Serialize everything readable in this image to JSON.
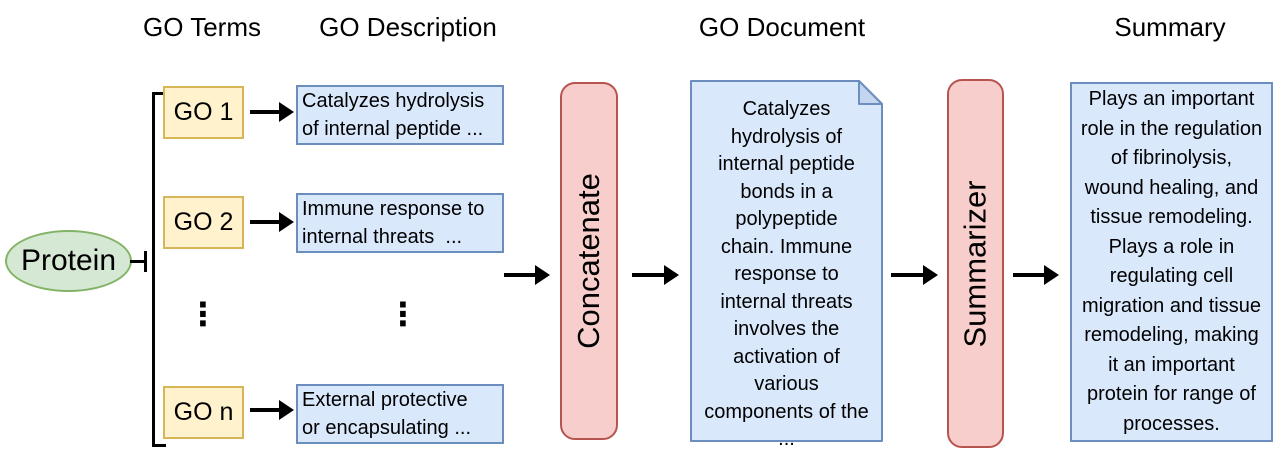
{
  "headers": {
    "go_terms": "GO Terms",
    "go_description": "GO Description",
    "go_document": "GO Document",
    "summary": "Summary"
  },
  "protein": {
    "label": "Protein"
  },
  "go_rows": [
    {
      "term": "GO 1",
      "description": "Catalyzes hydrolysis\nof internal peptide ..."
    },
    {
      "term": "GO 2",
      "description": "Immune response to\ninternal threats  ..."
    },
    {
      "term": "GO n",
      "description": "External protective\nor encapsulating ..."
    }
  ],
  "ellipsis_glyph": "⋮",
  "processors": {
    "concatenate": "Concatenate",
    "summarizer": "Summarizer"
  },
  "go_document": {
    "text": "Catalyzes\nhydrolysis of\ninternal peptide\nbonds in a\npolypeptide\nchain. Immune\nresponse to\ninternal threats\ninvolves the\nactivation of\nvarious\ncomponents of the\n..."
  },
  "summary": {
    "text": "Plays an important\nrole in the regulation\nof fibrinolysis,\nwound healing, and\ntissue remodeling.\nPlays a role in\nregulating cell\nmigration and tissue\nremodeling, making\nit an important\nprotein for range of\nprocesses."
  },
  "colors": {
    "protein_fill": "#d5e8d4",
    "protein_stroke": "#82b366",
    "go_term_fill": "#fff2cc",
    "go_term_stroke": "#d6b656",
    "blue_fill": "#dae8fc",
    "blue_stroke": "#6c8ebf",
    "document_fold_fill": "#c3d5ef",
    "processor_fill": "#f8cecc",
    "processor_stroke": "#b85450",
    "arrow": "#000000"
  }
}
